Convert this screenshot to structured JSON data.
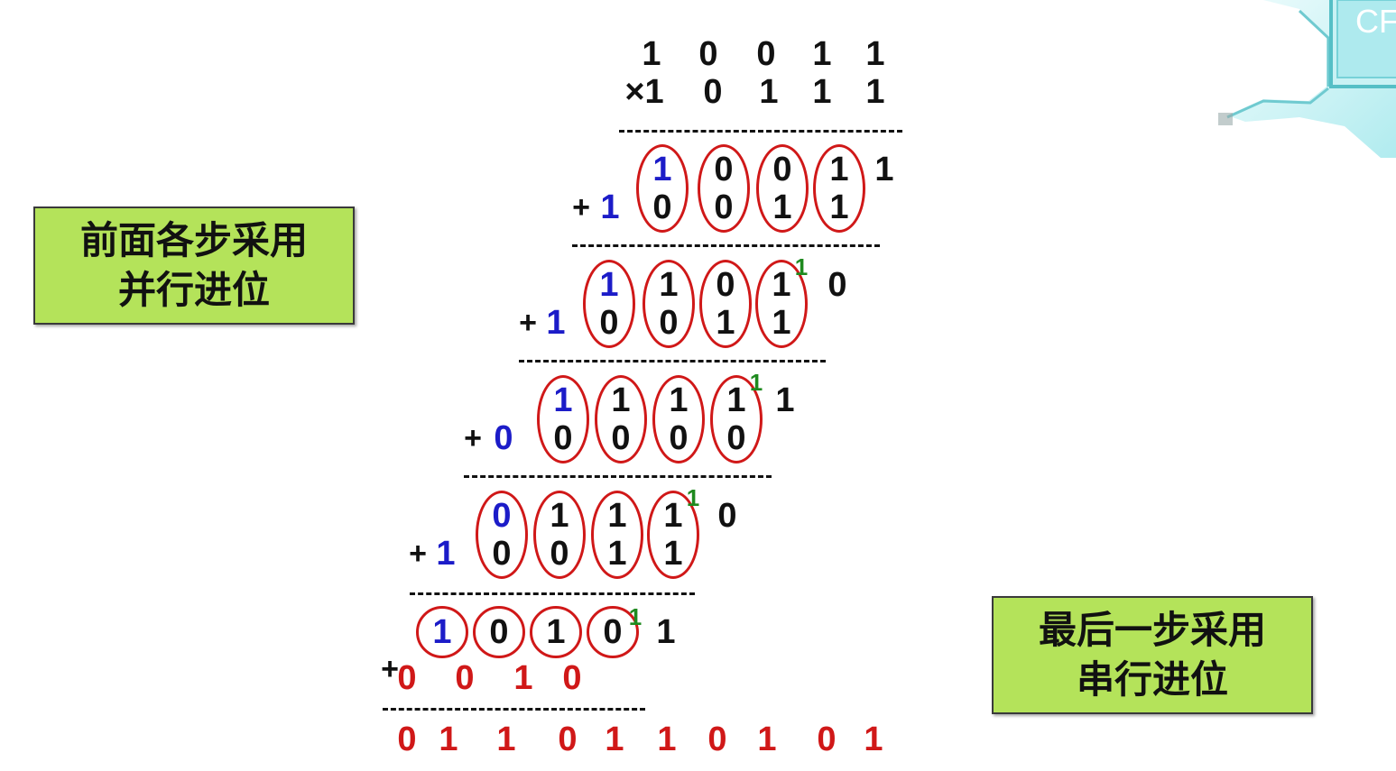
{
  "multiplicand": [
    "1",
    "0",
    "0",
    "1",
    "1"
  ],
  "multiplier": [
    "×1",
    "0",
    "1",
    "1",
    "1"
  ],
  "steps": [
    {
      "sign": "+",
      "lead": "1",
      "top": [
        "1",
        "0",
        "0",
        "1"
      ],
      "bottom": [
        "0",
        "0",
        "1",
        "1"
      ],
      "carry_in": "",
      "out": "1"
    },
    {
      "sign": "+",
      "lead": "1",
      "top": [
        "1",
        "1",
        "0",
        "1"
      ],
      "bottom": [
        "0",
        "0",
        "1",
        "1"
      ],
      "carry_in": "1",
      "out": "0"
    },
    {
      "sign": "+",
      "lead": "0",
      "top": [
        "1",
        "1",
        "1",
        "1"
      ],
      "bottom": [
        "0",
        "0",
        "0",
        "0"
      ],
      "carry_in": "1",
      "out": "1"
    },
    {
      "sign": "+",
      "lead": "1",
      "top": [
        "0",
        "1",
        "1",
        "1"
      ],
      "bottom": [
        "0",
        "0",
        "1",
        "1"
      ],
      "carry_in": "1",
      "out": "0"
    }
  ],
  "final_row": {
    "top": [
      "1",
      "0",
      "1",
      "0"
    ],
    "carry_in": "1",
    "out": "1"
  },
  "final_addend": {
    "sign": "+",
    "digits": [
      "0",
      "0",
      "1",
      "0"
    ]
  },
  "result": [
    "0",
    "1",
    "1",
    "0",
    "1",
    "1",
    "0",
    "1",
    "0",
    "1"
  ],
  "notes": {
    "left": {
      "line1": "前面各步采用",
      "line2": "并行进位"
    },
    "right": {
      "line1": "最后一步采用",
      "line2": "串行进位"
    }
  },
  "corner_text": "CF",
  "colors": {
    "black": "#111111",
    "blue": "#1c1cc8",
    "red": "#d01818",
    "carry_green": "#1f8a1f",
    "note_bg": "#b4e35a",
    "deco_cyan": "#4fd0d8"
  }
}
